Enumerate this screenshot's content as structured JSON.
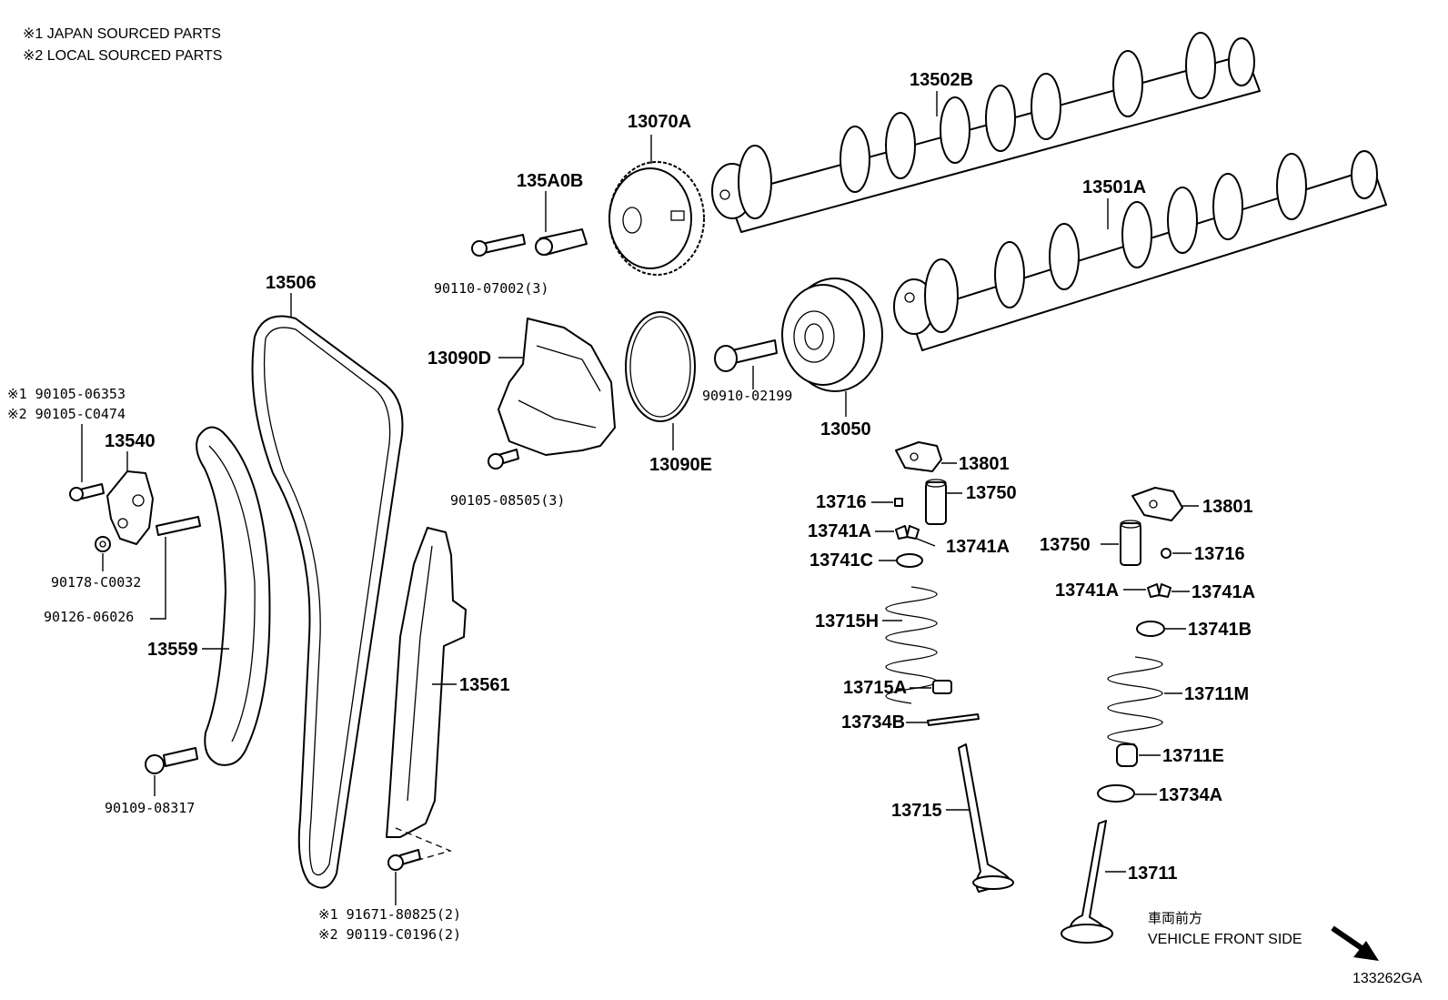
{
  "notes": {
    "japan_sourced": "※1 JAPAN SOURCED PARTS",
    "local_sourced": "※2 LOCAL SOURCED PARTS"
  },
  "labels": {
    "camshaft_exhaust": "13502B",
    "camshaft_intake": "13501A",
    "cam_timing_gear_exhaust": "13070A",
    "cam_timing_gear_intake": "13050",
    "oil_control_valve": "135A0B",
    "bolt_90110": "90110-07002(3)",
    "timing_chain": "13506",
    "chain_cover": "13090D",
    "gasket": "13090E",
    "bolt_90910": "90910-02199",
    "bolt_90105_08505": "90105-08505(3)",
    "tensioner_bolt_1": "※1 90105-06353",
    "tensioner_bolt_2": "※2 90105-C0474",
    "chain_tensioner": "13540",
    "nut_90178": "90178-C0032",
    "stud_90126": "90126-06026",
    "chain_slipper": "13559",
    "chain_damper": "13561",
    "bolt_90109": "90109-08317",
    "damper_bolt_1": "※1 91671-80825(2)",
    "damper_bolt_2": "※2 90119-C0196(2)",
    "rocker_arm_a": "13801",
    "lash_adjuster_a": "13750",
    "pad_a": "13716",
    "keeper_a_left": "13741A",
    "keeper_a_right": "13741A",
    "retainer_c": "13741C",
    "spring_h": "13715H",
    "seal_a": "13715A",
    "seat_b": "13734B",
    "valve_a": "13715",
    "rocker_arm_b": "13801",
    "lash_adjuster_b": "13750",
    "pad_b": "13716",
    "keeper_b_left": "13741A",
    "keeper_b_right": "13741A",
    "retainer_b": "13741B",
    "spring_m": "13711M",
    "seal_e": "13711E",
    "seat_a": "13734A",
    "valve_b": "13711"
  },
  "footer": {
    "direction_jp": "車両前方",
    "direction_en": "VEHICLE FRONT SIDE",
    "diagram_code": "133262GA"
  }
}
